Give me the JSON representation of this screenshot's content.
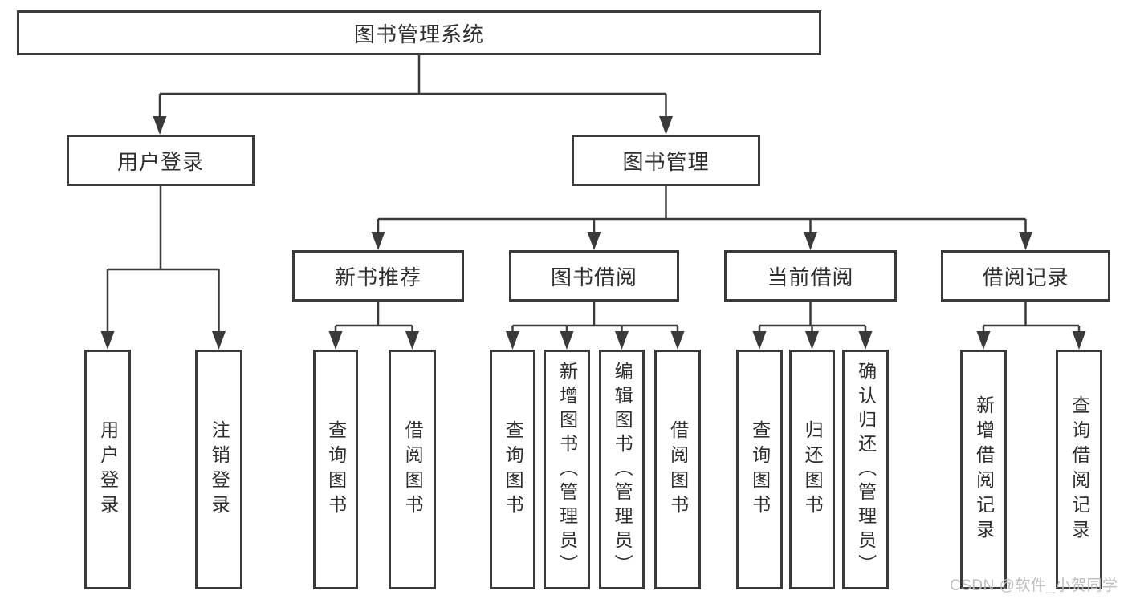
{
  "diagram_type": "tree",
  "colors": {
    "line": "#3a3a3a",
    "box_border": "#3a3a3a",
    "box_fill": "#ffffff",
    "text": "#2e2e2e",
    "watermark": "#bababa"
  },
  "tree": {
    "label": "图书管理系统",
    "children": [
      {
        "label": "用户登录",
        "children": [
          {
            "label": "用户登录"
          },
          {
            "label": "注销登录"
          }
        ]
      },
      {
        "label": "图书管理",
        "children": [
          {
            "label": "新书推荐",
            "children": [
              {
                "label": "查询图书"
              },
              {
                "label": "借阅图书"
              }
            ]
          },
          {
            "label": "图书借阅",
            "children": [
              {
                "label": "查询图书"
              },
              {
                "label": "新增图书（管理员）"
              },
              {
                "label": "编辑图书（管理员）"
              },
              {
                "label": "借阅图书"
              }
            ]
          },
          {
            "label": "当前借阅",
            "children": [
              {
                "label": "查询图书"
              },
              {
                "label": "归还图书"
              },
              {
                "label": "确认归还（管理员）"
              }
            ]
          },
          {
            "label": "借阅记录",
            "children": [
              {
                "label": "新增借阅记录"
              },
              {
                "label": "查询借阅记录"
              }
            ]
          }
        ]
      }
    ]
  },
  "watermark": "CSDN @软件_小贺同学"
}
